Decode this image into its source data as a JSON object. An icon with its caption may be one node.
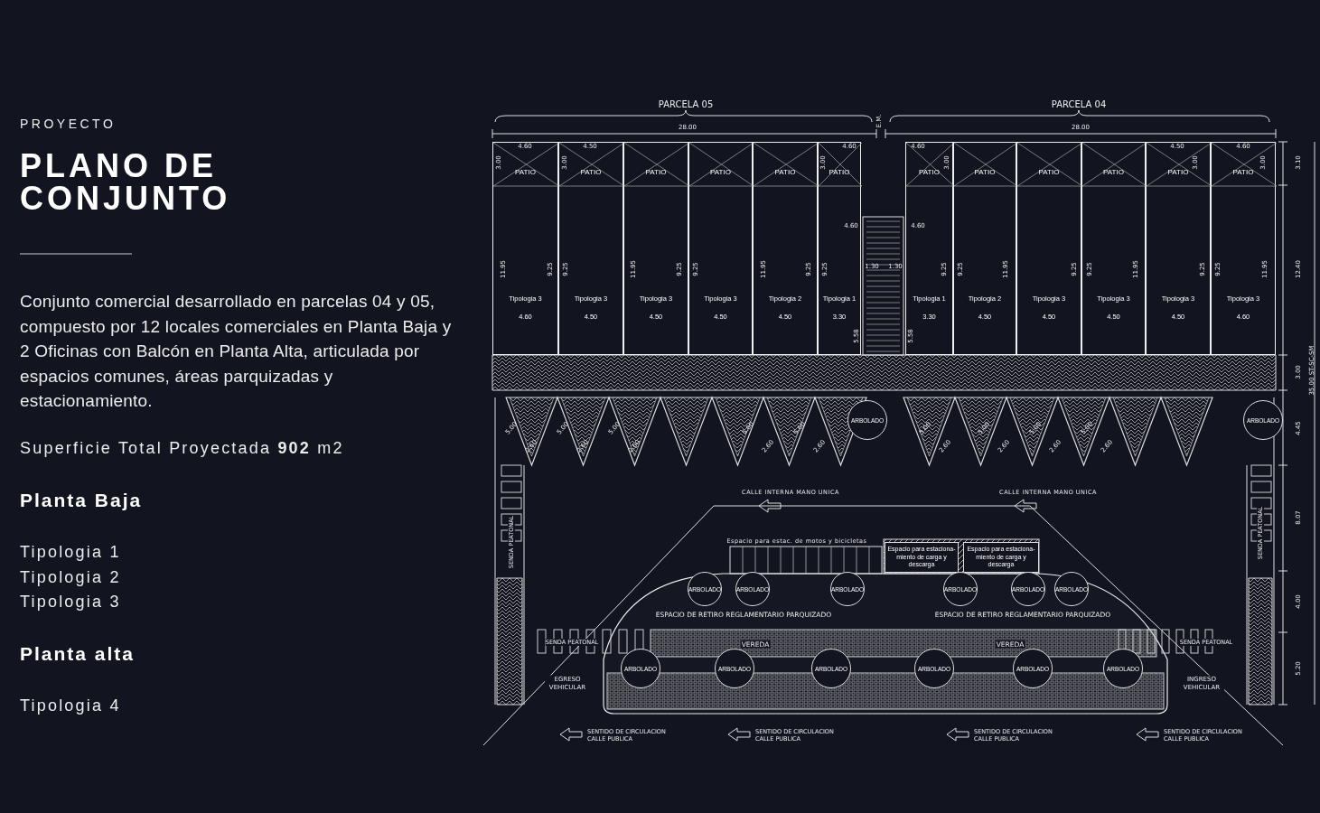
{
  "diagram": {
    "title": "PLANO DE CONJUNTO",
    "nodes": [
      {
        "text": [
          "PATIO",
          "Tipologia 3",
          "4.60"
        ]
      },
      {
        "text": [
          "PATIO",
          "Tipologia 3",
          "4.50"
        ]
      },
      {
        "text": [
          "PATIO",
          "Tipologia 3",
          "4.50"
        ]
      },
      {
        "text": [
          "PATIO",
          "Tipologia 3",
          "4.50"
        ]
      },
      {
        "text": [
          "PATIO",
          "Tipologia 2",
          "4.50"
        ]
      },
      {
        "text": [
          "PATIO",
          "Tipologia 1",
          "3.30"
        ]
      },
      {
        "text": [
          "PATIO",
          "Tipologia 1",
          "3.30"
        ]
      },
      {
        "text": [
          "PATIO",
          "Tipologia 2",
          "4.50"
        ]
      },
      {
        "text": [
          "PATIO",
          "Tipologia 3",
          "4.50"
        ]
      },
      {
        "text": [
          "PATIO",
          "Tipologia 3",
          "4.50"
        ]
      },
      {
        "text": [
          "PATIO",
          "Tipologia 3",
          "4.50"
        ]
      },
      {
        "text": [
          "PATIO",
          "Tipologia 3",
          "4.60"
        ]
      },
      {
        "text": [
          "Espacio para estaciona-miento de carga y descarga"
        ]
      },
      {
        "text": [
          "Espacio para estaciona-miento de carga y descarga"
        ]
      },
      {
        "text": [
          "ARBOLADO"
        ]
      },
      {
        "text": [
          "ARBOLADO"
        ]
      },
      {
        "text": [
          "ARBOLADO"
        ]
      },
      {
        "text": [
          "ARBOLADO"
        ]
      },
      {
        "text": [
          "ARBOLADO"
        ]
      },
      {
        "text": [
          "ARBOLADO"
        ]
      },
      {
        "text": [
          "ARBOLADO"
        ]
      },
      {
        "text": [
          "ARBOLADO"
        ]
      },
      {
        "text": [
          "ARBOLADO"
        ]
      },
      {
        "text": [
          "ARBOLADO"
        ]
      },
      {
        "text": [
          "ARBOLADO"
        ]
      },
      {
        "text": [
          "ARBOLADO"
        ]
      },
      {
        "text": [
          "ARBOLADO"
        ]
      },
      {
        "text": [
          "ARBOLADO"
        ]
      }
    ],
    "labels": [
      "PROYECTO",
      "Conjunto comercial desarrollado en parcelas 04 y 05, compuesto por 12 locales comerciales en Planta Baja y 2 Oficinas con Balcón en Planta Alta, articulada por espacios comunes, áreas parquizadas y estacionamiento.",
      "Superficie Total Proyectada **902** m2",
      "Planta Baja",
      "Tipologia 1",
      "Tipologia 2",
      "Tipologia 3",
      "Planta alta",
      "Tipologia 4",
      "PARCELA 05",
      "PARCELA 04",
      "28.00",
      "28.00",
      "E.M.",
      "4.60",
      "4.50",
      "4.60",
      "4.60",
      "4.50",
      "4.60",
      "3.00",
      "3.00",
      "3.00",
      "3.00",
      "3.00",
      "3.00",
      "4.60",
      "4.60",
      "1.30",
      "1.30",
      "5.58",
      "5.58",
      "11.95",
      "9.25",
      "9.25",
      "11.95",
      "9.25",
      "9.25",
      "11.95",
      "9.25",
      "9.25",
      "9.25",
      "9.25",
      "11.95",
      "9.25",
      "9.25",
      "11.95",
      "9.25",
      "9.25",
      "11.95",
      "3.10",
      "12.40",
      "3.00",
      "4.45",
      "8.07",
      "4.00",
      "5.20",
      "35.00 ST-SC-SM",
      "5.00",
      "2.60",
      "5.00",
      "2.60",
      "5.00",
      "2.60",
      "5.00",
      "2.60",
      "5.00",
      "2.60",
      "5.00",
      "2.60",
      "5.00",
      "2.60",
      "5.00",
      "2.60",
      "5.00",
      "2.60",
      "CALLE INTERNA MANO UNICA",
      "CALLE INTERNA MANO UNICA",
      "Espacio para estac. de motos y bicicletas",
      "ESPACIO DE RETIRO REGLAMENTARIO PARQUIZADO",
      "ESPACIO DE RETIRO REGLAMENTARIO PARQUIZADO",
      "VEREDA",
      "VEREDA",
      "SENDA PEATONAL",
      "SENDA PEATONAL",
      "SENDA PEATONAL",
      "SENDA PEATONAL",
      "EGRESO VEHICULAR",
      "INGRESO VEHICULAR",
      "SENTIDO DE CIRCULACION CALLE PUBLICA",
      "SENTIDO DE CIRCULACION CALLE PUBLICA",
      "SENTIDO DE CIRCULACION CALLE PUBLICA",
      "SENTIDO DE CIRCULACION CALLE PUBLICA"
    ]
  }
}
